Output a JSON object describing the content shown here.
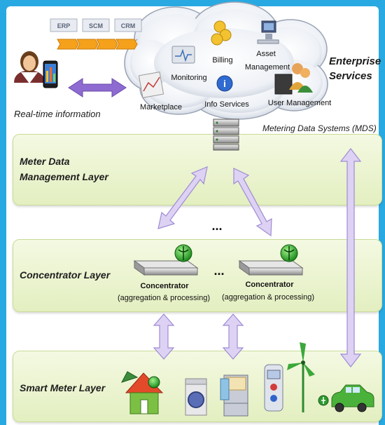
{
  "enterprise": {
    "title_line1": "Enterprise",
    "title_line2": "Services",
    "systems": [
      "ERP",
      "SCM",
      "CRM"
    ],
    "cloud_services": {
      "billing": "Billing",
      "asset_line1": "Asset",
      "asset_line2": "Management",
      "monitoring": "Monitoring",
      "info": "Info Services",
      "marketplace": "Marketplace",
      "user_management": "User Management"
    }
  },
  "realtime_label": "Real-time information",
  "mds_label": "Metering Data Systems (MDS)",
  "layers": {
    "mdm_line1": "Meter Data",
    "mdm_line2": "Management Layer",
    "concentrator": "Concentrator Layer",
    "smart_meter": "Smart Meter Layer"
  },
  "ellipsis": "...",
  "concentrator_device": {
    "name": "Concentrator",
    "desc": "(aggregation & processing)"
  },
  "colors": {
    "background": "#29a9e1",
    "layer_fill": "#eaf3d2",
    "arrow_fill": "#d9cdf0",
    "arrow_stroke": "#9f8bd4",
    "realtime_arrow": "#7b5cc8"
  },
  "icons": [
    "person-icon",
    "phone-icon",
    "cloud-icon",
    "server-icon",
    "concentrator-device-icon",
    "house-icon",
    "washing-machine-icon",
    "refrigerator-icon",
    "thermostat-icon",
    "wind-turbine-icon",
    "electric-car-icon"
  ]
}
